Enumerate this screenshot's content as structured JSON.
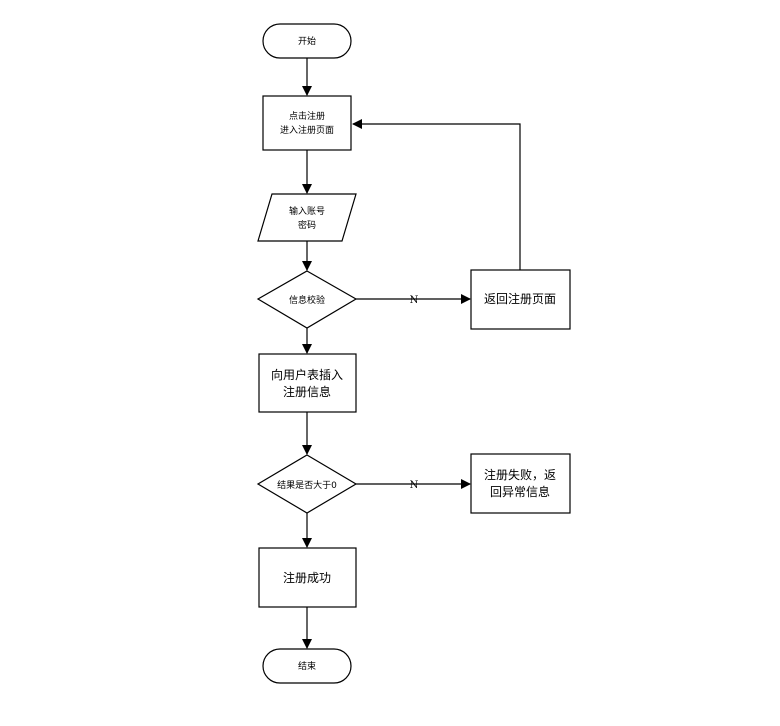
{
  "flowchart": {
    "nodes": {
      "start": {
        "label": "开始"
      },
      "click_register": {
        "lines": [
          "点击注册",
          "进入注册页面"
        ]
      },
      "input_credentials": {
        "lines": [
          "输入账号",
          "密码"
        ]
      },
      "validate_info": {
        "label": "信息校验"
      },
      "return_register_page": {
        "label": "返回注册页面"
      },
      "insert_user_table": {
        "lines": [
          "向用户表插入",
          "注册信息"
        ]
      },
      "result_check": {
        "label": "结果是否大于0"
      },
      "register_fail": {
        "lines": [
          "注册失败，返",
          "回异常信息"
        ]
      },
      "register_success": {
        "label": "注册成功"
      },
      "end": {
        "label": "结束"
      }
    },
    "edges": {
      "validate_no_label": "N",
      "result_no_label": "N"
    }
  }
}
